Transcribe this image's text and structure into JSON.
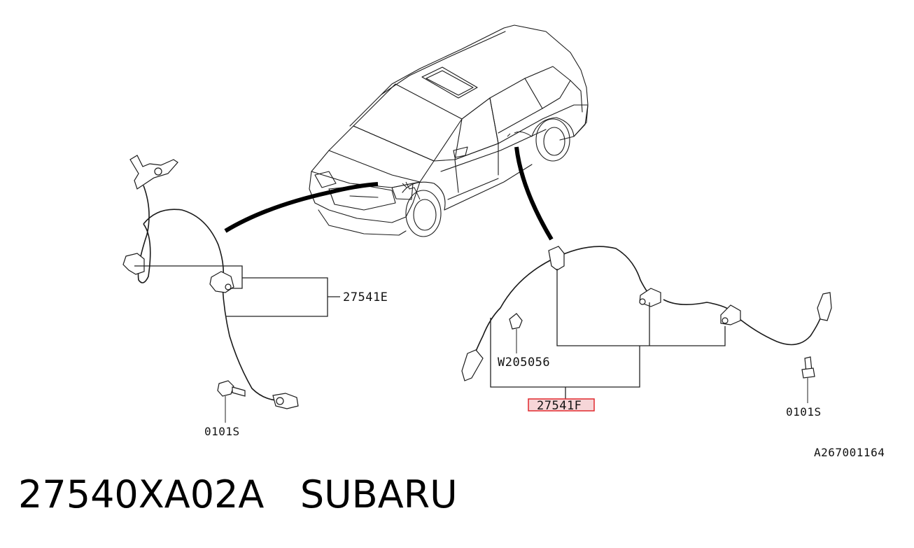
{
  "labels": {
    "left_part": "27541E",
    "left_bolt": "0101S",
    "right_clip": "W205056",
    "right_part_highlighted": "27541F",
    "right_bolt": "0101S",
    "diagram_ref": "A267001164"
  },
  "caption": {
    "part_number": "27540XA02A",
    "brand": "SUBARU"
  },
  "colors": {
    "highlight_border": "#e0282e",
    "highlight_fill": "#f6d6d8"
  }
}
